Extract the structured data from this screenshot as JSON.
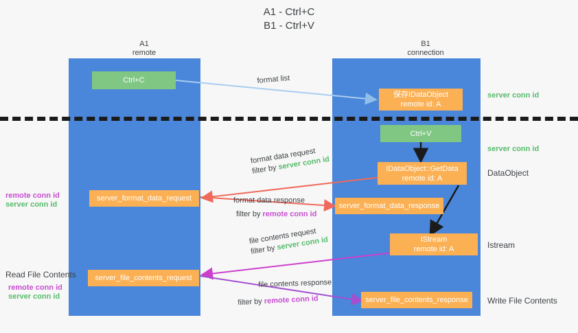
{
  "title": {
    "line1": "A1 - Ctrl+C",
    "line2": "B1 - Ctrl+V"
  },
  "columns": {
    "a1": {
      "name": "A1",
      "role": "remote"
    },
    "b1": {
      "name": "B1",
      "role": "connection"
    }
  },
  "nodes": {
    "ctrl_c": {
      "line1": "Ctrl+C",
      "line2": ""
    },
    "save_idataobject": {
      "line1": "保存IDataObject",
      "line2": "remote id: A"
    },
    "ctrl_v": {
      "line1": "Ctrl+V",
      "line2": ""
    },
    "getdata": {
      "line1": "IDataObject::GetData",
      "line2": "remote id: A"
    },
    "fmt_req": {
      "line1": "server_format_data_request",
      "line2": ""
    },
    "fmt_resp": {
      "line1": "server_format_data_response",
      "line2": ""
    },
    "istream": {
      "line1": "IStream",
      "line2": "remote id: A"
    },
    "file_req": {
      "line1": "server_file_contents_request",
      "line2": ""
    },
    "file_resp": {
      "line1": "server_file_contents_response",
      "line2": ""
    }
  },
  "edges": {
    "format_list": {
      "text": "format list"
    },
    "fmt_data_req": {
      "text": "format data request",
      "filter_prefix": "filter by ",
      "filter_id": "server conn id"
    },
    "fmt_data_resp": {
      "text": "format data response",
      "filter_prefix": "filter by ",
      "filter_id": "remote conn id"
    },
    "file_contents_req": {
      "text": "file contents request",
      "filter_prefix": "filter by ",
      "filter_id": "server conn id"
    },
    "file_contents_resp": {
      "text": "file contents response",
      "filter_prefix": "filter by ",
      "filter_id": "remote conn id"
    }
  },
  "annotations": {
    "server_conn_id_top": "server conn id",
    "server_conn_id_mid": "server conn id",
    "dataobject_label": "DataObject",
    "istream_label": "Istream",
    "write_file_contents": "Write File Contents",
    "read_file_contents": "Read File Contents",
    "left_remote_conn_id_1": "remote conn id",
    "left_server_conn_id_1": "server conn id",
    "left_remote_conn_id_2": "remote conn id",
    "left_server_conn_id_2": "server conn id"
  },
  "colors": {
    "lane": "#4a86d9",
    "green_node": "#81c784",
    "orange_node": "#fbb054",
    "green_text": "#57bb6c",
    "purple_text": "#c64ed0",
    "blue_arrow": "#a8cdf0",
    "red_arrow": "#ef6a5a",
    "magenta_arrow": "#cc3fcc",
    "purple_arrow": "#a44fd0",
    "black_arrow": "#1b1b1b",
    "background": "#f7f7f7"
  }
}
